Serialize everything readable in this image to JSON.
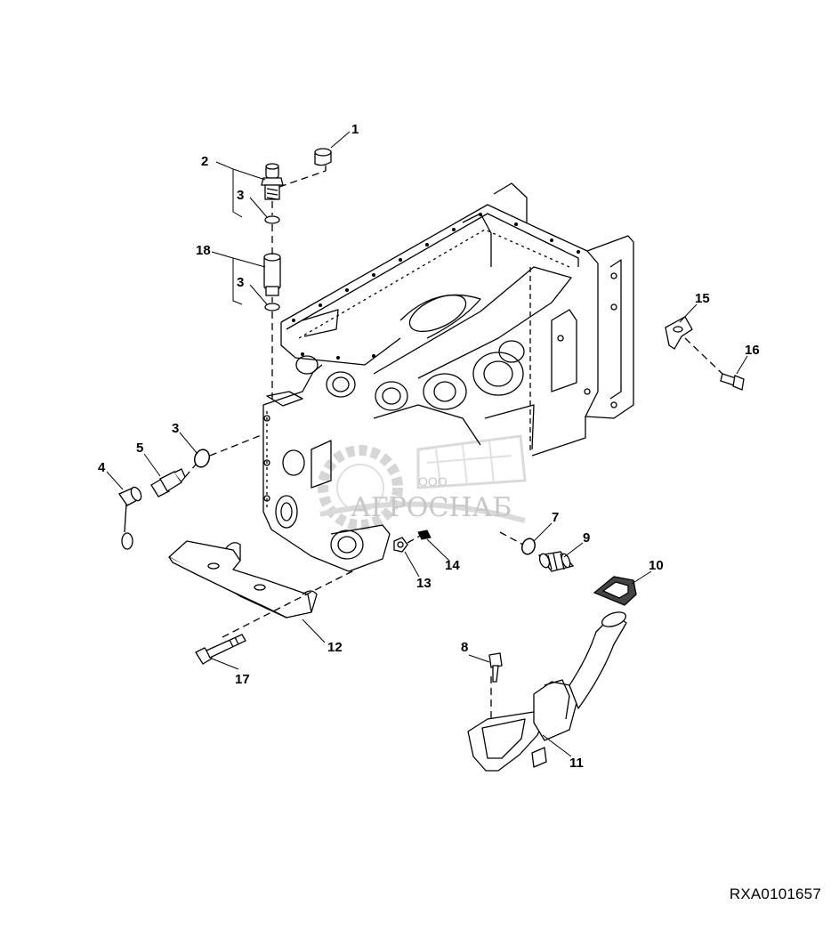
{
  "drawing": {
    "code": "RXA0101657",
    "watermark": {
      "company": "АГРОСНАБ",
      "prefix": "ООО"
    }
  },
  "callouts": {
    "c1": "1",
    "c2": "2",
    "c3a": "3",
    "c3b": "3",
    "c3c": "3",
    "c4": "4",
    "c5": "5",
    "c7": "7",
    "c8": "8",
    "c9": "9",
    "c10": "10",
    "c11": "11",
    "c12": "12",
    "c13": "13",
    "c14": "14",
    "c15": "15",
    "c16": "16",
    "c17": "17",
    "c18": "18"
  }
}
